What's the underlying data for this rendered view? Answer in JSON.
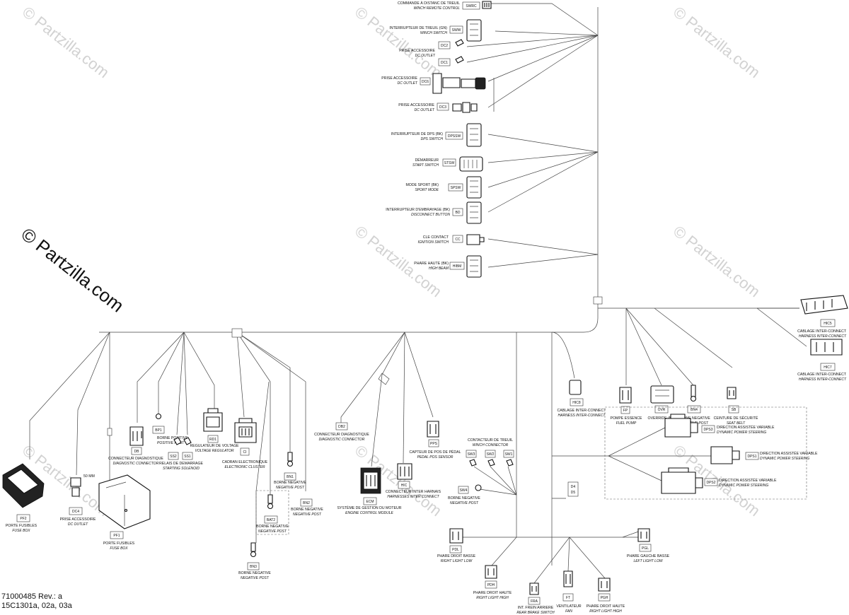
{
  "watermark": {
    "text": "© Partzilla.com",
    "faint_color": "#d2d2d2",
    "strong_color": "#111111"
  },
  "footer": {
    "part_number": "71000485 Rev.: a",
    "model_code": "15C1301a, 02a, 03a"
  },
  "components": {
    "swrc": {
      "code": "SWRC",
      "fr": "COMMANDE À DISTANC DE TREUIL",
      "en": "WINCH REMOTE CONTROL"
    },
    "sww": {
      "code": "SWW",
      "fr": "INTERRUPTEUR DE TREUIL (GN)",
      "en": "WINCH SWITCH"
    },
    "dc2": {
      "code": "DC2",
      "fr": "PRISE ACCESSOIRE",
      "en": "DC OUTLET"
    },
    "dc1": {
      "code": "DC1"
    },
    "dc6": {
      "code": "DC6",
      "fr": "PRISE ACCESSOIRE",
      "en": "DC OUTLET"
    },
    "dc3": {
      "code": "DC3",
      "fr": "PRISE ACCESSOIRE",
      "en": "DC OUTLET"
    },
    "dpssw": {
      "code": "DPSSW",
      "fr": "INTERRUPTEUR DE DPS (BK)",
      "en": "DPS SWITCH"
    },
    "stsw": {
      "code": "STSW",
      "fr": "DÉMARREUR",
      "en": "START SWITCH"
    },
    "spsw": {
      "code": "SPSW",
      "fr": "MODE SPORT (BK)",
      "en": "SPORT MODE"
    },
    "bd": {
      "code": "BD",
      "fr": "INTERRUPTEUR D'EMBRAYAGE (BK)",
      "en": "DISCONNECT BUTTON"
    },
    "cc": {
      "code": "CC",
      "fr": "CLE CONTACT",
      "en": "IGNITION SWITCH"
    },
    "hibm": {
      "code": "HIBM",
      "fr": "PHARE HAUTE (BK)",
      "en": "HIGH BEAM"
    },
    "hic5": {
      "code": "HIC5",
      "fr": "CABLAGE INTER-CONNECT",
      "en": "HARNESS INTER-CONNECT"
    },
    "hic7": {
      "code": "HIC7",
      "fr": "CABLAGE INTER-CONNECT",
      "en": "HARNESS INTER-CONNECT"
    },
    "hic8": {
      "code": "HIC8",
      "fr": "CABLAGE INTER-CONNECT",
      "en": "HARNESS INTER-CONNECT"
    },
    "fp": {
      "code": "FP",
      "fr": "POMPE ESSENCE",
      "en": "FUEL PUMP"
    },
    "ovr": {
      "code": "OVR",
      "fr": "OVERRIDE (BK)"
    },
    "bn4": {
      "code": "BN4",
      "fr": "BORNE NEGATIVE",
      "en": "NEGATIVE POST"
    },
    "sb": {
      "code": "SB",
      "fr": "CEINTURE DE SÉCURITÉ",
      "en": "SEAT BELT"
    },
    "dps3": {
      "code": "DPS3",
      "fr": "DIRECTION ASSISTÉE VARIABLE",
      "en": "DYNAMIC POWER STEERING"
    },
    "dps1": {
      "code": "DPS1",
      "fr": "DIRECTION ASSISTÉE VARIABLE",
      "en": "DYNAMIC POWER STEERING"
    },
    "dps2": {
      "code": "DPS2",
      "fr": "DIRECTION ASSISTÉE VARIABLE",
      "en": "DYNAMIC POWER STEERING"
    },
    "d4": {
      "code": "D4"
    },
    "d5": {
      "code": "D5"
    },
    "winch": {
      "fr": "CONTACTEUR DE TREUIL",
      "en": "WINCH CONNECTOR"
    },
    "sw3": {
      "code": "SW3"
    },
    "sw2": {
      "code": "SW2"
    },
    "sw1": {
      "code": "SW1"
    },
    "sw4": {
      "code": "SW4",
      "fr": "BORNE NEGATIVE",
      "en": "NEGATIVE POST"
    },
    "db2": {
      "code": "DB2",
      "fr": "CONNECTEUR DIAGNOSTIQUE",
      "en": "DIAGNOSTIC CONNECTOR"
    },
    "pps": {
      "code": "PPS",
      "fr": "CAPTEUR DE POS DE PÉDAL",
      "en": "PEDAL POS SENSOR"
    },
    "hic": {
      "code": "HIC",
      "fr": "CONNECTEUR INTER HARNAIS",
      "en": "HARNESSES INTER CONNECT"
    },
    "ecm": {
      "code": "ECM",
      "fr": "SYSTÈME DE GESTION DU MOTEUR",
      "en": "ENGINE CONTROL MODULE"
    },
    "pf2": {
      "code": "PF2",
      "fr": "PORTE FUSIBLES",
      "en": "FUSE BOX"
    },
    "dc4": {
      "code": "DC4",
      "fr": "PRISE ACCESSOIRE",
      "en": "DC OUTLET",
      "note": "50 MM"
    },
    "pf1": {
      "code": "PF1",
      "fr": "PORTE FUSIBLES",
      "en": "FUSE BOX"
    },
    "db": {
      "code": "DB",
      "fr": "CONNECTEUR DIAGNOSTIQUE",
      "en": "DIAGNOSTIC CONNECTOR"
    },
    "bp1": {
      "code": "BP1",
      "fr": "BORNE POSITIVE",
      "en": "POSITIVE POST"
    },
    "ss": {
      "code_a": "SS2",
      "code_b": "SS1",
      "fr": "RELAIS DE DEMARRAGE",
      "en": "STARTING SOLENOID"
    },
    "rd1": {
      "code": "RD1",
      "fr": "REGULATEUR DE VOLTAGE",
      "en": "VOLTAGE REGULATOR"
    },
    "ci": {
      "code": "CI",
      "fr": "CADRAN ELECTRONIQUE",
      "en": "ELECTRONIC CLUSTER"
    },
    "bn1": {
      "code": "BN1",
      "fr": "BORNE NEGATIVE",
      "en": "NEGATIVE POST"
    },
    "bn2": {
      "code": "BN2",
      "fr": "BORNE NEGATIVE",
      "en": "NEGATIVE POST"
    },
    "bat2": {
      "code": "BAT2",
      "fr": "BORNE NEGATIVE",
      "en": "NEGATIVE POST"
    },
    "bn3": {
      "code": "BN3",
      "fr": "BORNE NEGATIVE",
      "en": "NEGATIVE POST"
    },
    "pdl": {
      "code": "PDL",
      "fr": "PHARE DROIT BASSE",
      "en": "RIGHT LIGHT LOW"
    },
    "pdh": {
      "code": "PDH",
      "fr": "PHARE DROIT HAUTE",
      "en": "RIGHT LIGHT HIGH"
    },
    "fra": {
      "code": "FRA",
      "fr": "INT. FREIN ARRIERE",
      "en": "REAR BRAKE SWITCH"
    },
    "ft": {
      "code": "FT",
      "fr": "VENTILATEUR",
      "en": "FAN"
    },
    "pgh": {
      "code": "PGH",
      "fr": "PHARE DROIT HAUTE",
      "en": "RIGHT LIGHT HIGH"
    },
    "pgl": {
      "code": "PGL",
      "fr": "PHARE GAUCHE BASSE",
      "en": "LEFT LIGHT LOW"
    }
  }
}
